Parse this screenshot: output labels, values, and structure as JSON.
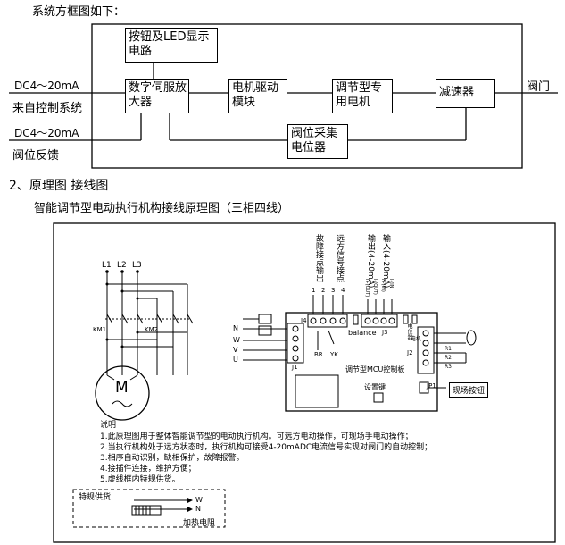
{
  "intro_text": "系统方框图如下：",
  "block_diagram": {
    "button_led": "按钮及LED显示电路",
    "servo_amp": "数字伺服放大器",
    "motor_drive": "电机驱动模块",
    "reg_motor": "调节型专用电机",
    "reducer": "减速器",
    "pos_sensor": "阀位采集电位器",
    "input_signal": "DC4～20mA",
    "input_source": "来自控制系统",
    "feedback_signal": "DC4～20mA",
    "feedback_label": "阀位反馈",
    "valve": "阀门"
  },
  "section2": {
    "heading": "2、原理图 接线图",
    "subtitle": "智能调节型电动执行机构接线原理图（三相四线）"
  },
  "wiring": {
    "phases": [
      "L1",
      "L2",
      "L3"
    ],
    "n_label": "N",
    "w_label": "W",
    "v_label": "V",
    "u_label": "U",
    "km1": "KM1",
    "km2": "KM2",
    "motor": "M",
    "j1": "J1",
    "j2": "J2",
    "j3": "J3",
    "j4": "J4",
    "jp1": "JP1",
    "fault_output": "故障接点输出",
    "remote_signal": "远方信号接点",
    "output_label": "输出(4-20mA)",
    "input_label": "输入(4-20mA)",
    "pin_nums": [
      "1",
      "2",
      "3",
      "4"
    ],
    "j3_pins": [
      "I+(OUT)",
      "I-(OUT)",
      "I+(IN)",
      "I-(IN)"
    ],
    "br": "BR",
    "yk": "YK",
    "balance": "balance",
    "board": "调节型MCU控制板",
    "set_key": "设置键",
    "field_button": "现场按钮",
    "motor_pot": "电位器",
    "j2_side": "电机",
    "j2_pins": [
      "R1",
      "R2",
      "R3"
    ],
    "special_supply": "特规供货",
    "heater_w": "W",
    "heater_n": "N",
    "heater": "加热电阻"
  },
  "notes": {
    "title": "说明",
    "items": [
      "1.此原理图用于整体智能调节型的电动执行机构。可远方电动操作，可现场手电动操作；",
      "2.当执行机构处于远方状态时，执行机构可接受4-20mADC电流信号实现对阀门的自动控制；",
      "3.相序自动识别，缺相保护，故障报警。",
      "4.接插件连接，维护方便；",
      "5.虚线框内特规供货。"
    ]
  }
}
